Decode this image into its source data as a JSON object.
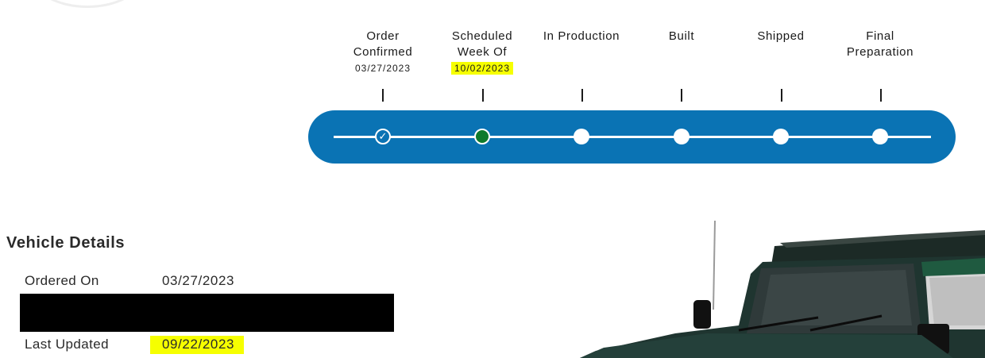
{
  "tracker": {
    "steps": [
      {
        "label": "Order\nConfirmed",
        "date": "03/27/2023",
        "status": "done"
      },
      {
        "label": "Scheduled\nWeek Of",
        "date": "10/02/2023",
        "status": "current"
      },
      {
        "label": "In Production",
        "date": "",
        "status": "pending"
      },
      {
        "label": "Built",
        "date": "",
        "status": "pending"
      },
      {
        "label": "Shipped",
        "date": "",
        "status": "pending"
      },
      {
        "label": "Final\nPreparation",
        "date": "",
        "status": "pending"
      }
    ],
    "colors": {
      "track": "#0a73b4",
      "current": "#0e7a2c",
      "highlight": "#f6ff00"
    }
  },
  "vehicle_details": {
    "heading": "Vehicle Details",
    "rows": [
      {
        "label": "Ordered On",
        "value": "03/27/2023"
      },
      {
        "label": "Last Updated",
        "value": "09/22/2023"
      }
    ]
  },
  "icons": {
    "done": "check-icon"
  }
}
